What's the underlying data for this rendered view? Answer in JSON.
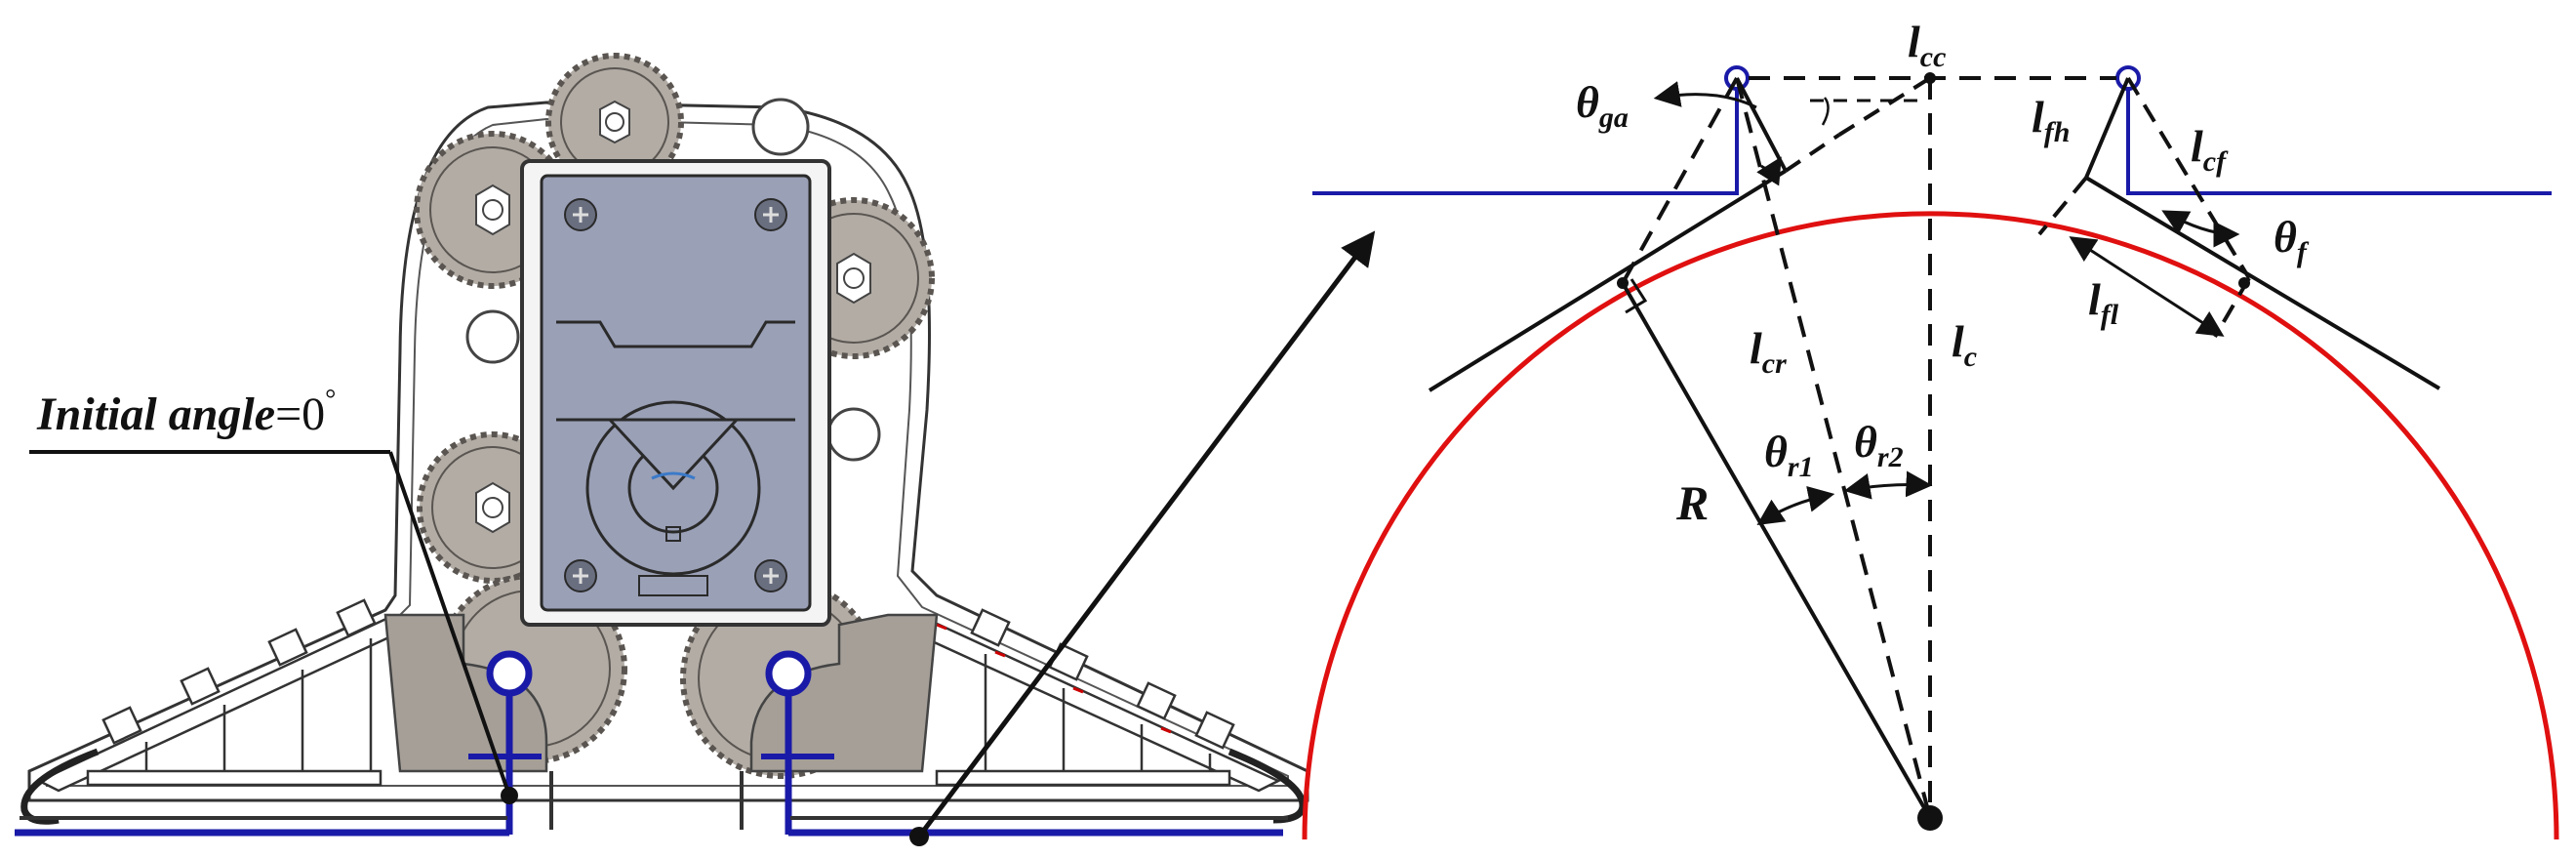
{
  "colors": {
    "outline": "#111111",
    "link": "#1a1aa8",
    "circle": "#e01010",
    "gear": "#b2aca5",
    "gear_stroke": "#5a5550",
    "servo": "#9aa0b6",
    "servo_stroke": "#2a2a2a",
    "bracket": "#a59f98"
  },
  "callout": {
    "label_main": "Initial angle",
    "label_eq": "=0",
    "label_deg": "°"
  },
  "geometry_labels": {
    "l_cc": {
      "main": "l",
      "sub": "cc"
    },
    "theta_ga": {
      "main": "θ",
      "sub": "ga"
    },
    "l_fh": {
      "main": "l",
      "sub": "fh"
    },
    "l_cf": {
      "main": "l",
      "sub": "cf"
    },
    "theta_f": {
      "main": "θ",
      "sub": "f"
    },
    "l_fl": {
      "main": "l",
      "sub": "fl"
    },
    "l_cr": {
      "main": "l",
      "sub": "cr"
    },
    "l_c": {
      "main": "l",
      "sub": "c"
    },
    "theta_r1": {
      "main": "θ",
      "sub": "r1"
    },
    "theta_r2": {
      "main": "θ",
      "sub": "r2"
    },
    "R": {
      "main": "R",
      "sub": ""
    }
  }
}
